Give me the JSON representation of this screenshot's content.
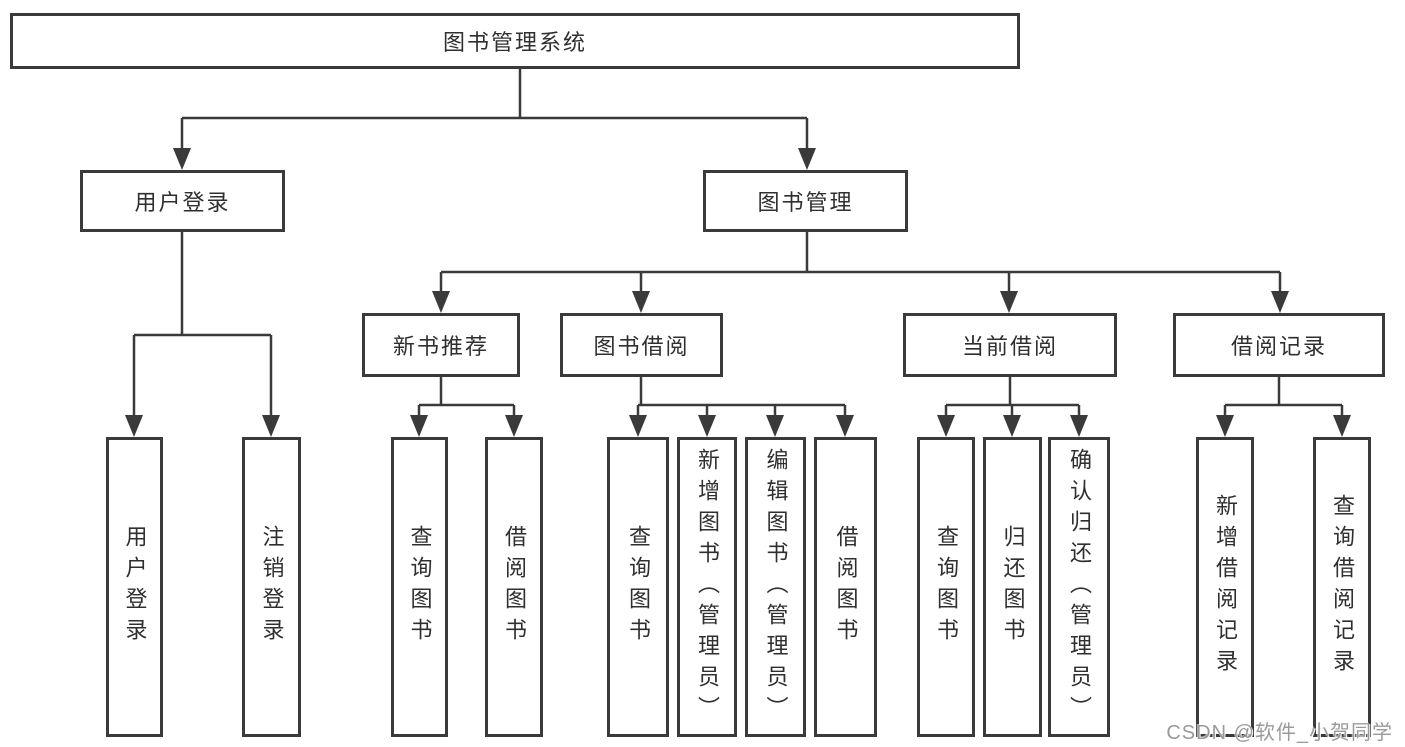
{
  "tree": {
    "label": "图书管理系统",
    "children": [
      {
        "label": "用户登录",
        "children": [
          {
            "label": "用户登录"
          },
          {
            "label": "注销登录"
          }
        ]
      },
      {
        "label": "图书管理",
        "children": [
          {
            "label": "新书推荐",
            "children": [
              {
                "label": "查询图书"
              },
              {
                "label": "借阅图书"
              }
            ]
          },
          {
            "label": "图书借阅",
            "children": [
              {
                "label": "查询图书"
              },
              {
                "label": "新增图书（管理员）"
              },
              {
                "label": "编辑图书（管理员）"
              },
              {
                "label": "借阅图书"
              }
            ]
          },
          {
            "label": "当前借阅",
            "children": [
              {
                "label": "查询图书"
              },
              {
                "label": "归还图书"
              },
              {
                "label": "确认归还（管理员）"
              }
            ]
          },
          {
            "label": "借阅记录",
            "children": [
              {
                "label": "新增借阅记录"
              },
              {
                "label": "查询借阅记录"
              }
            ]
          }
        ]
      }
    ]
  },
  "watermark": {
    "text": "CSDN @软件_小贺同学"
  },
  "colors": {
    "line": "#3a3a3a",
    "box_border": "#3a3a3a",
    "text": "#2f2f2f",
    "background": "#ffffff",
    "watermark": "#9a9a9a"
  }
}
